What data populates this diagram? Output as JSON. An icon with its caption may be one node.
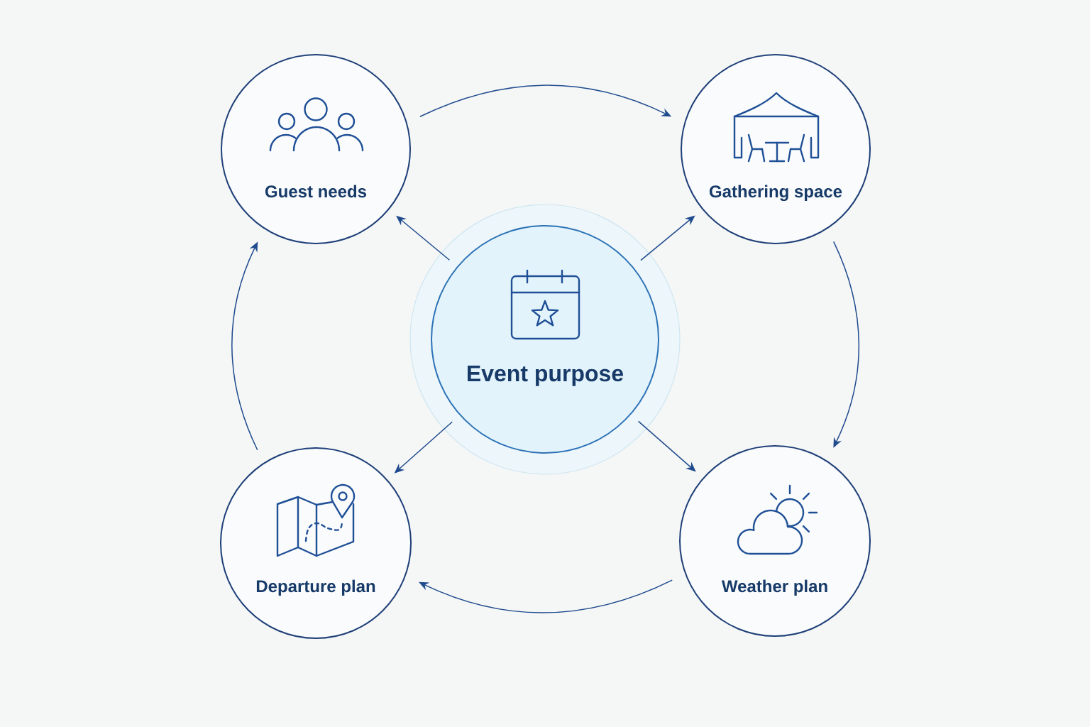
{
  "diagram": {
    "nodes": [
      {
        "text": [
          "Guest needs"
        ]
      },
      {
        "text": [
          "Gathering space"
        ]
      },
      {
        "text": [
          "Event purpose"
        ]
      },
      {
        "text": [
          "Departure plan"
        ]
      },
      {
        "text": [
          "Weather plan"
        ]
      }
    ],
    "edges": [
      {
        "from": 2,
        "to": 0,
        "arrow": "to"
      },
      {
        "from": 2,
        "to": 1,
        "arrow": "to"
      },
      {
        "from": 2,
        "to": 3,
        "arrow": "to"
      },
      {
        "from": 2,
        "to": 4,
        "arrow": "to"
      },
      {
        "from": 0,
        "to": 1,
        "arrow": "to"
      },
      {
        "from": 1,
        "to": 4,
        "arrow": "to"
      },
      {
        "from": 4,
        "to": 3,
        "arrow": "to"
      },
      {
        "from": 3,
        "to": 0,
        "arrow": "to"
      }
    ]
  }
}
